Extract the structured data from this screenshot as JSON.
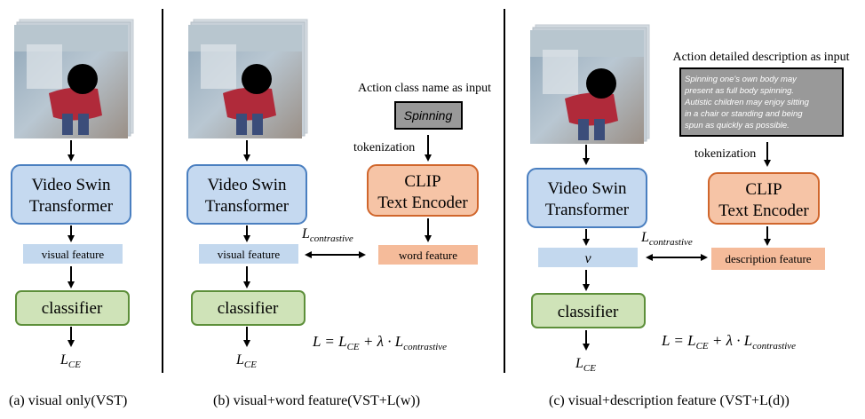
{
  "panels": [
    {
      "caption": "(a) visual only(VST)",
      "video_model_line1": "Video Swin",
      "video_model_line2": "Transformer",
      "visual_feature": "visual feature",
      "classifier": "classifier",
      "loss_main": "L",
      "loss_sub": "CE"
    },
    {
      "caption": "(b) visual+word feature(VST+L(w))",
      "video_model_line1": "Video Swin",
      "video_model_line2": "Transformer",
      "visual_feature": "visual feature",
      "classifier": "classifier",
      "loss_main": "L",
      "loss_sub": "CE",
      "input_label": "Action class name as input",
      "input_text": "Spinning",
      "tokenization": "tokenization",
      "encoder_line1": "CLIP",
      "encoder_line2": "Text Encoder",
      "text_feature": "word feature",
      "contrastive_main": "L",
      "contrastive_sub": "contrastive",
      "eq_lhs": "L = L",
      "eq_sub1": "CE",
      "eq_mid": " + λ · L",
      "eq_sub2": "contrastive"
    },
    {
      "caption": "(c) visual+description feature (VST+L(d))",
      "video_model_line1": "Video Swin",
      "video_model_line2": "Transformer",
      "visual_feature": "v",
      "classifier": "classifier",
      "loss_main": "L",
      "loss_sub": "CE",
      "input_label": "Action detailed description as input",
      "input_text": "Spinning one's own body may present as full body spinning. Autistic children may enjoy sitting in a chair or standing and being spun as quickly as possible.",
      "input_lines": [
        "Spinning one's own body may",
        "present as full body spinning.",
        "Autistic children may enjoy sitting",
        "in a chair or standing and being",
        "spun as quickly as possible."
      ],
      "tokenization": "tokenization",
      "encoder_line1": "CLIP",
      "encoder_line2": "Text Encoder",
      "text_feature": "description feature",
      "contrastive_main": "L",
      "contrastive_sub": "contrastive",
      "eq_lhs": "L = L",
      "eq_sub1": "CE",
      "eq_mid": " + λ · L",
      "eq_sub2": "contrastive"
    }
  ],
  "colors": {
    "video_model_fill": "#c5d9f0",
    "video_model_stroke": "#4a7fc0",
    "feature_fill": "#c3d8ee",
    "classifier_fill": "#cfe3b8",
    "classifier_stroke": "#5d8f3a",
    "encoder_fill": "#f6c4a6",
    "encoder_stroke": "#d0662c",
    "text_feature_fill": "#f5bb9a",
    "input_box_fill": "#999999",
    "divider": "#000000"
  }
}
